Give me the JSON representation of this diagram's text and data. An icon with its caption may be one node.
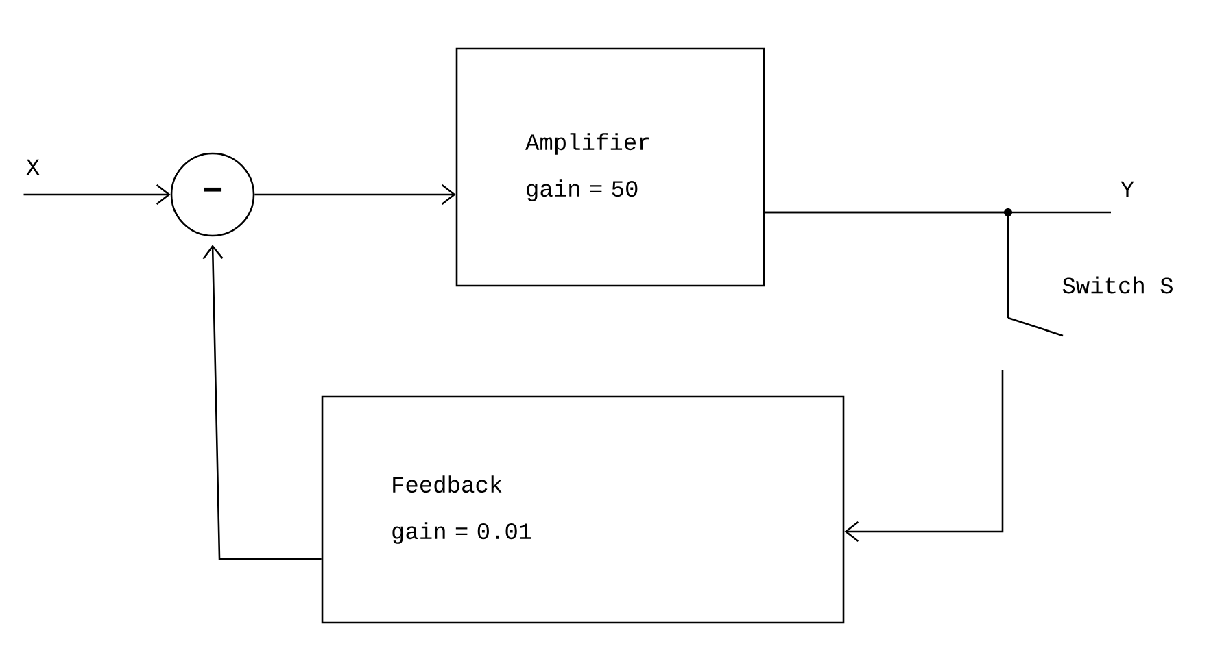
{
  "diagram": {
    "nodes": [
      {
        "text": [
          "X"
        ]
      },
      {
        "text": [
          "−"
        ]
      },
      {
        "text": [
          "Amplifier",
          "gain = 50"
        ]
      },
      {
        "text": [
          "Y"
        ]
      },
      {
        "text": [
          "Feedback",
          "gain = 0.01"
        ]
      },
      {
        "text": [],
        "shape": "switch",
        "beside": [
          "Switch S"
        ]
      }
    ],
    "edges": [
      {
        "from": 0,
        "to": 1,
        "arrow": "to"
      },
      {
        "from": 1,
        "to": 2,
        "arrow": "to"
      },
      {
        "from": 2,
        "to": 3,
        "arrow": "none"
      },
      {
        "from": 2,
        "to": 5,
        "arrow": "none"
      },
      {
        "from": 5,
        "to": 4,
        "arrow": "to"
      },
      {
        "from": 4,
        "to": 1,
        "arrow": "to"
      }
    ]
  }
}
